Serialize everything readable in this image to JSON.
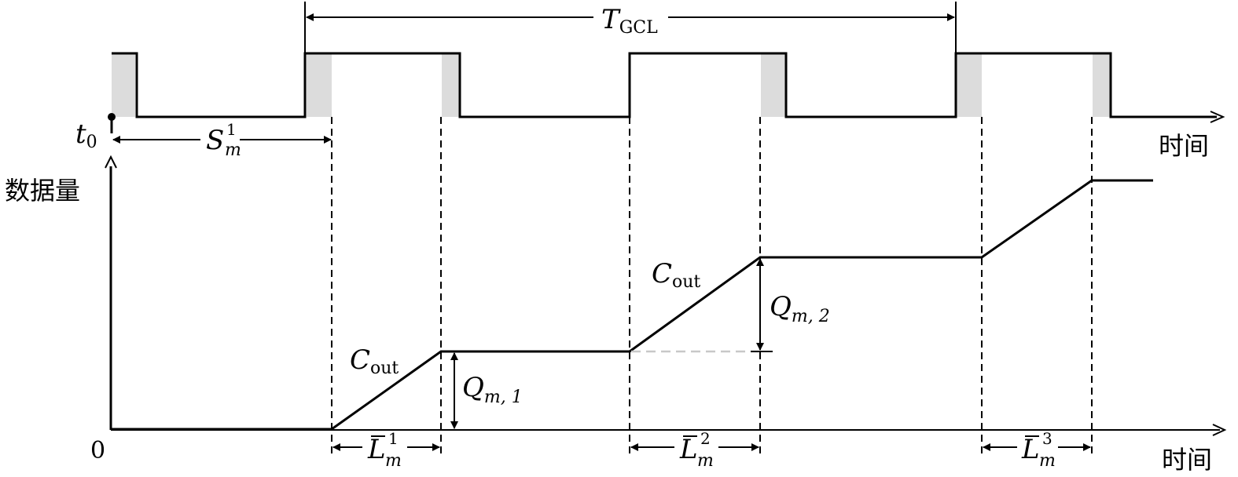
{
  "labels": {
    "t0": "t",
    "t0_sub": "0",
    "tgcl": "T",
    "tgcl_sub": "GCL",
    "time_axis_top": "时间",
    "time_axis_bottom": "时间",
    "y_axis": "数据量",
    "origin": "0",
    "s": "S",
    "s_sup": "1",
    "s_sub": "m",
    "cout_1": "C",
    "cout_1_sub": "out",
    "cout_2": "C",
    "cout_2_sub": "out",
    "q1": "Q",
    "q1_sub": "m, 1",
    "q2": "Q",
    "q2_sub": "m, 2",
    "l1": "L",
    "l1_sup": "1",
    "l1_sub": "m",
    "l2": "L",
    "l2_sup": "2",
    "l2_sub": "m",
    "l3": "L",
    "l3_sup": "3",
    "l3_sub": "m"
  }
}
